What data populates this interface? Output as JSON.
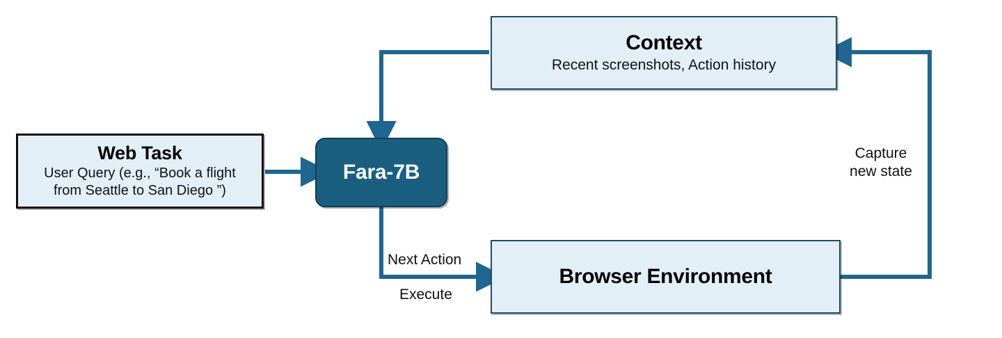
{
  "diagram": {
    "title": "Fara-7B web agent loop",
    "type": "flow-diagram",
    "palette": {
      "box_fill": "#e3eff7",
      "box_border": "#1f4e66",
      "box_border_black": "#0d0d0d",
      "accent_fill": "#1a5f80",
      "accent_border": "#123f55",
      "connector": "#1f6690",
      "text": "#111111",
      "accent_text": "#ffffff",
      "background": "#ffffff"
    }
  },
  "nodes": {
    "context": {
      "title": "Context",
      "subtitle": "Recent screenshots, Action history"
    },
    "web_task": {
      "title": "Web Task",
      "subtitle_line1": "User Query (e.g., “Book a flight",
      "subtitle_line2": "from Seattle to San Diego ”)"
    },
    "fara": {
      "label": "Fara-7B"
    },
    "browser": {
      "title": "Browser Environment"
    }
  },
  "edges": {
    "web_task_to_fara": {
      "label": ""
    },
    "context_to_fara": {
      "label": ""
    },
    "fara_to_browser": {
      "label_above": "Next Action",
      "label_below": "Execute"
    },
    "browser_to_context": {
      "label_line1": "Capture",
      "label_line2": "new state"
    }
  }
}
